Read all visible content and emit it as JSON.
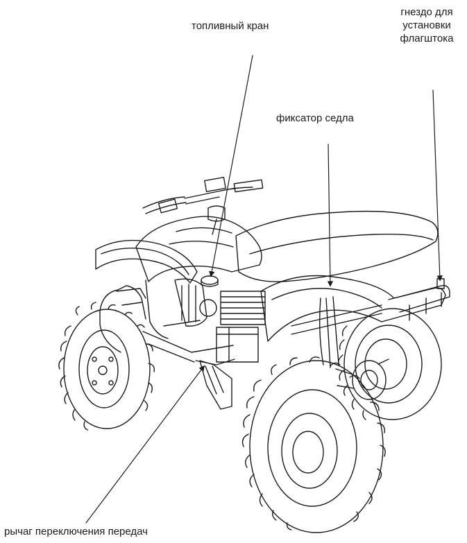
{
  "labels": {
    "fuel_valve": "топливный кран",
    "seat_lock": "фиксатор седла",
    "flag_socket_line1": "гнездо для",
    "flag_socket_line2": "установки",
    "flag_socket_line3": "флагштока",
    "gear_shift": "рычаг переключения передач"
  },
  "colors": {
    "ink": "#1a1a1a",
    "paper": "#ffffff"
  },
  "illustration": "atv-line-drawing"
}
